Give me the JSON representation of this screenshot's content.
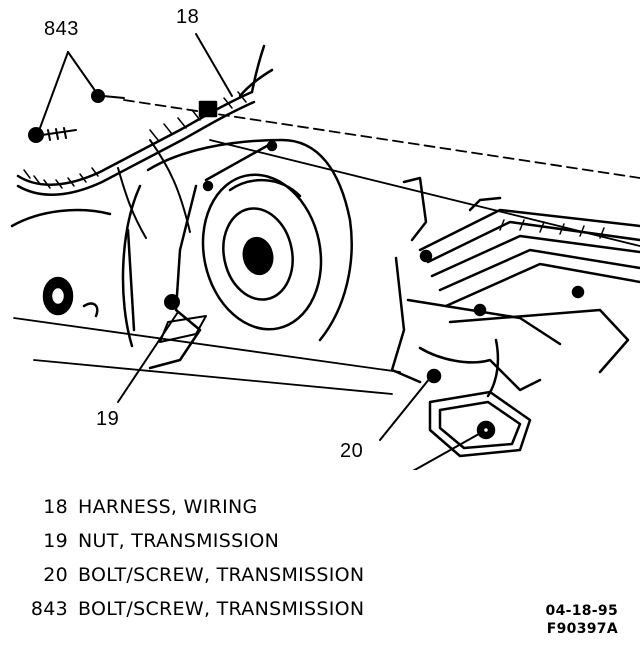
{
  "callouts": {
    "c843": "843",
    "c18": "18",
    "c19": "19",
    "c20": "20"
  },
  "legend": [
    {
      "number": "18",
      "description": "HARNESS, WIRING"
    },
    {
      "number": "19",
      "description": "NUT, TRANSMISSION"
    },
    {
      "number": "20",
      "description": "BOLT/SCREW, TRANSMISSION"
    },
    {
      "number": "843",
      "description": "BOLT/SCREW, TRANSMISSION"
    }
  ],
  "stamp": {
    "date": "04-18-95",
    "figure_id": "F90397A"
  },
  "colors": {
    "ink": "#000000",
    "paper": "#ffffff"
  }
}
